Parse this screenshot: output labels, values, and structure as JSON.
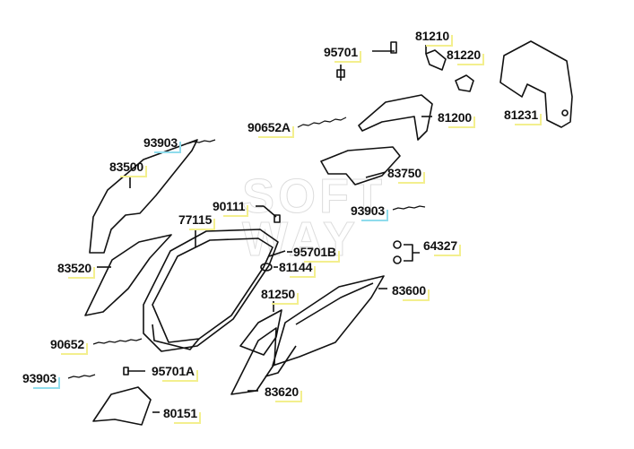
{
  "diagram": {
    "watermark": "SOFT WAY",
    "colors": {
      "label_box": "#f3ef8e",
      "fastener_box": "#8fdcec",
      "line": "#111111"
    },
    "parts": [
      {
        "id": "95701",
        "kind": "bolt"
      },
      {
        "id": "81210",
        "kind": "bracket"
      },
      {
        "id": "81220",
        "kind": "bracket"
      },
      {
        "id": "81231",
        "kind": "carrier-bracket"
      },
      {
        "id": "90652A",
        "kind": "screw-set"
      },
      {
        "id": "81200",
        "kind": "rear-grip"
      },
      {
        "id": "93903",
        "kind": "screw-set",
        "fastener": true
      },
      {
        "id": "83500",
        "kind": "side-cover"
      },
      {
        "id": "83750",
        "kind": "cover"
      },
      {
        "id": "90111",
        "kind": "bolt"
      },
      {
        "id": "93903",
        "kind": "screw-set",
        "fastener": true
      },
      {
        "id": "77115",
        "kind": "luggage-box"
      },
      {
        "id": "95701B",
        "kind": "bolt"
      },
      {
        "id": "64327",
        "kind": "nuts"
      },
      {
        "id": "83520",
        "kind": "inner-cover"
      },
      {
        "id": "81144",
        "kind": "clip"
      },
      {
        "id": "83600",
        "kind": "body-cover"
      },
      {
        "id": "81250",
        "kind": "cover"
      },
      {
        "id": "90652",
        "kind": "screw-set"
      },
      {
        "id": "93903",
        "kind": "screw-set",
        "fastener": true
      },
      {
        "id": "95701A",
        "kind": "bolt"
      },
      {
        "id": "83620",
        "kind": "body-cover"
      },
      {
        "id": "80151",
        "kind": "cover"
      }
    ]
  }
}
